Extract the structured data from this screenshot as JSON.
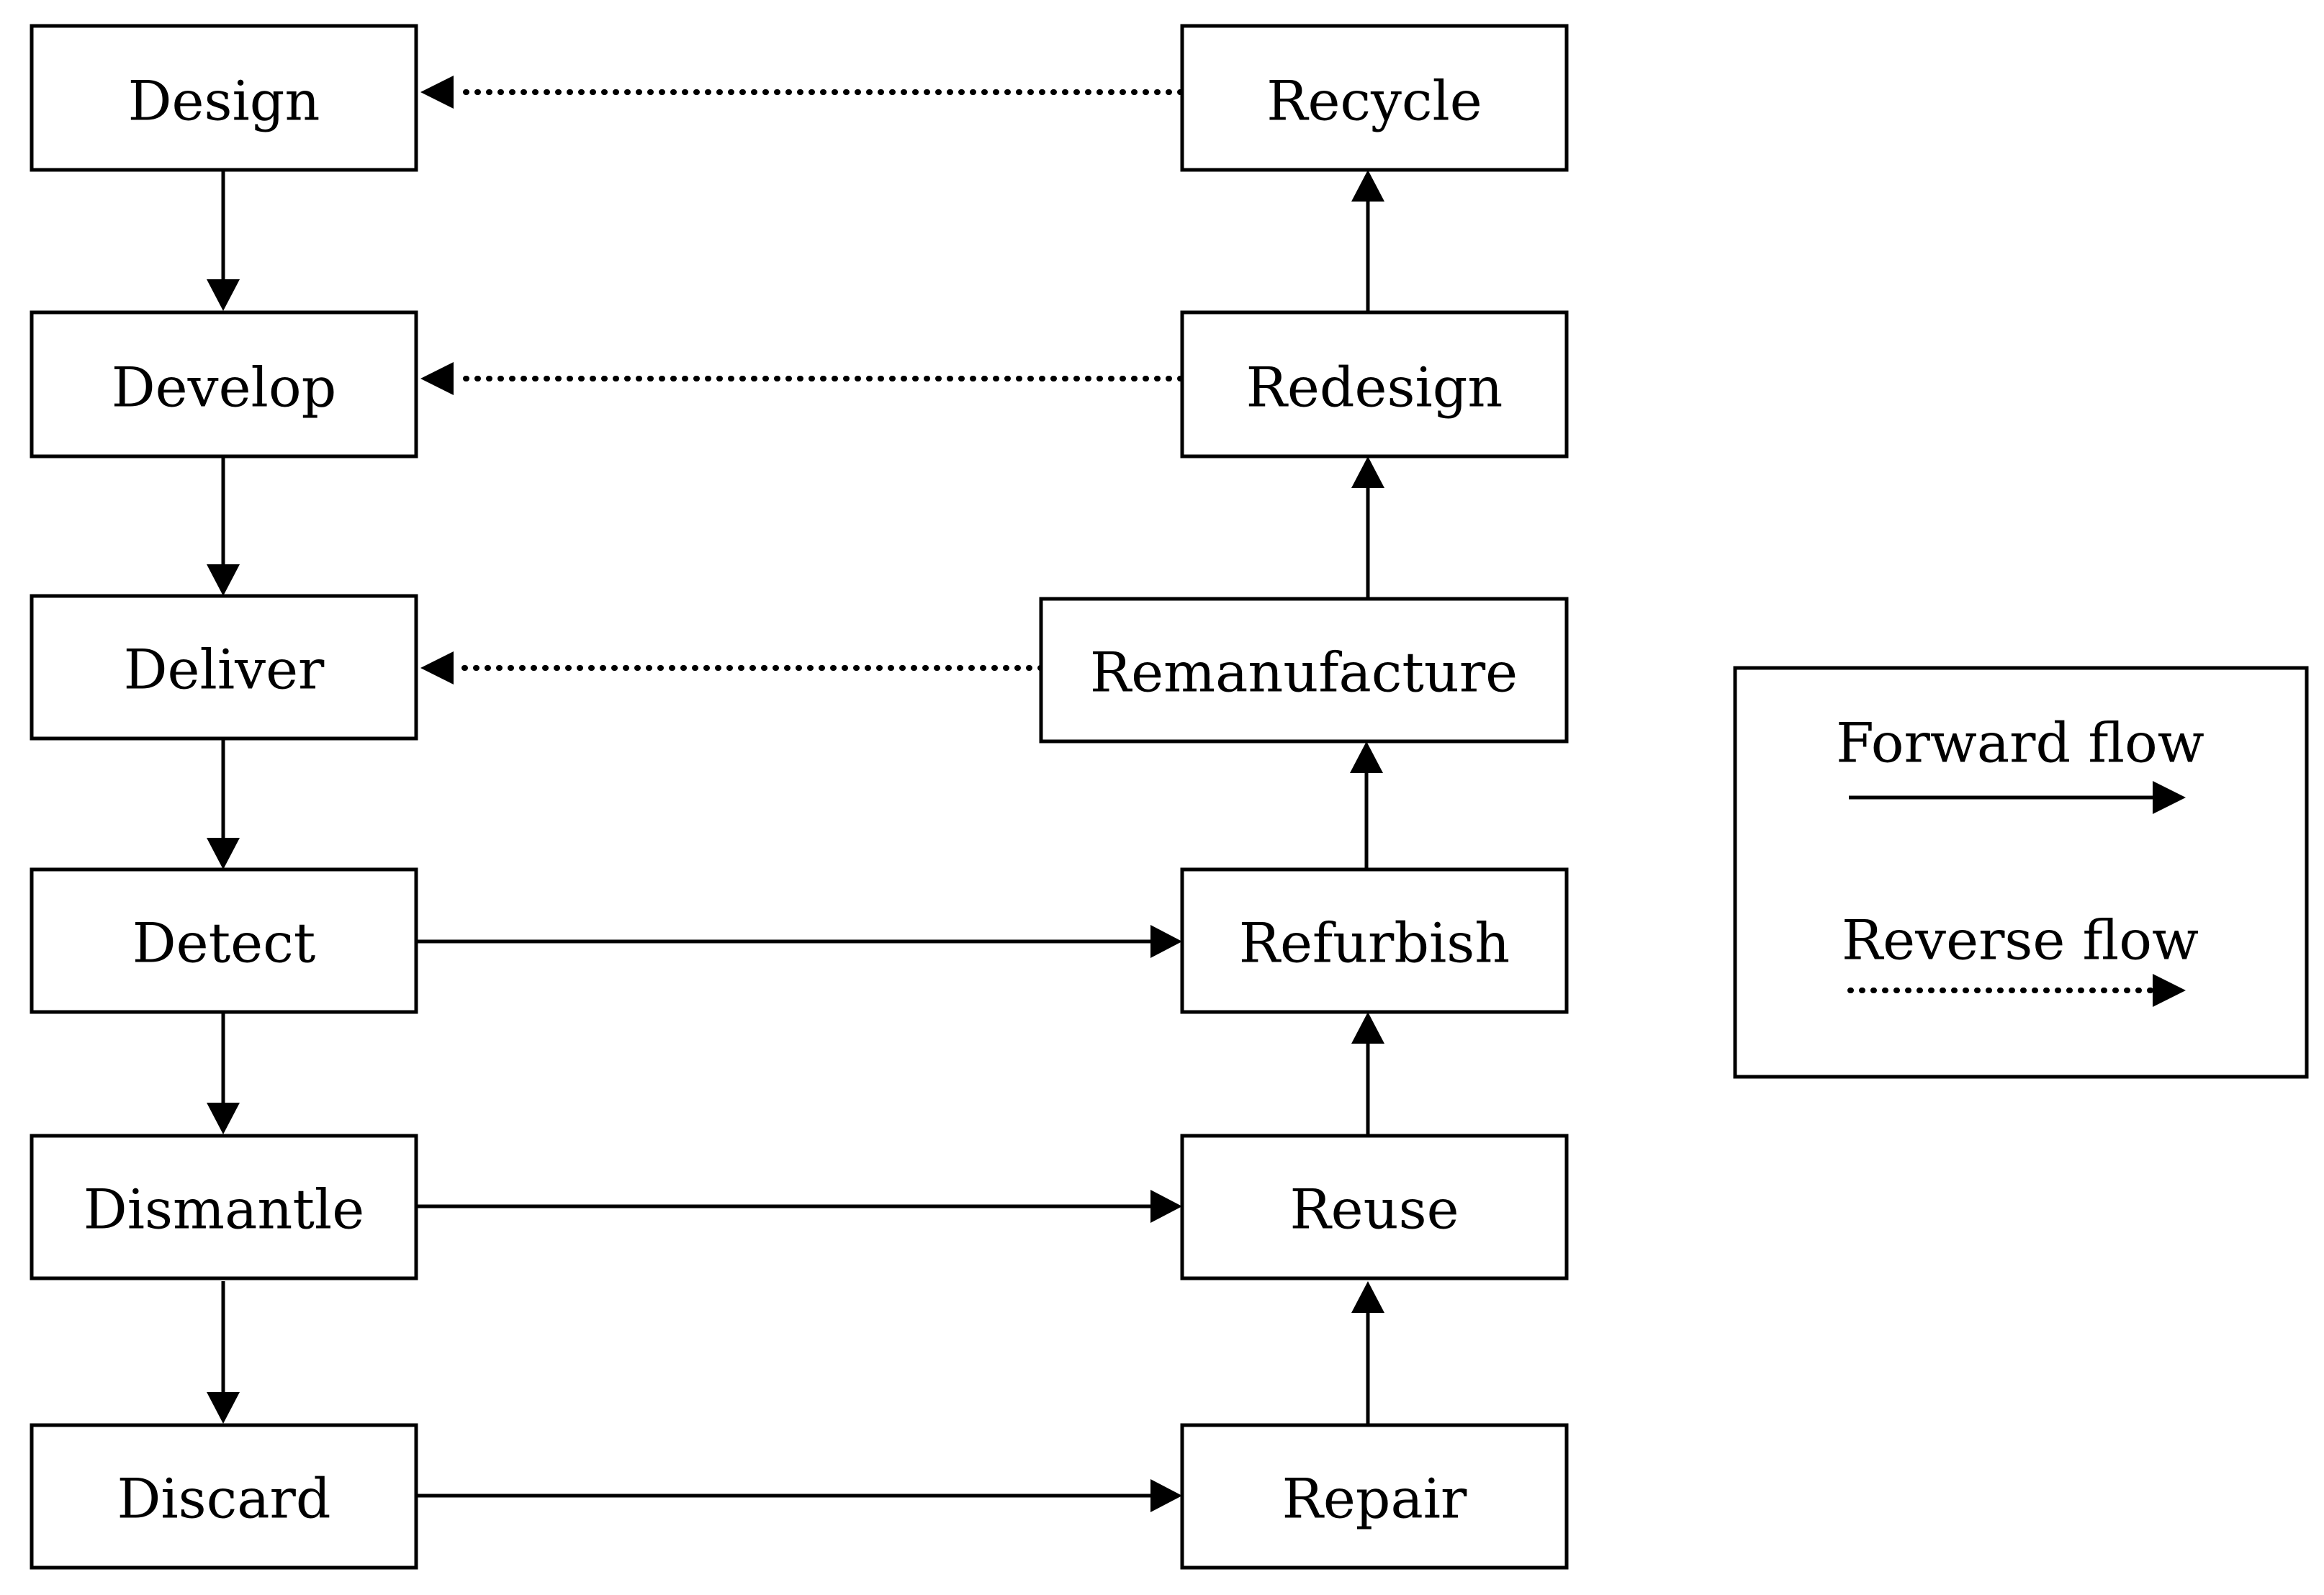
{
  "nodes": {
    "design": "Design",
    "develop": "Develop",
    "deliver": "Deliver",
    "detect": "Detect",
    "dismantle": "Dismantle",
    "discard": "Discard",
    "recycle": "Recycle",
    "redesign": "Redesign",
    "remanufacture": "Remanufacture",
    "refurbish": "Refurbish",
    "reuse": "Reuse",
    "repair": "Repair"
  },
  "legend": {
    "forward": "Forward flow",
    "reverse": "Reverse flow"
  },
  "edges": [
    {
      "from": "design",
      "to": "develop",
      "type": "forward"
    },
    {
      "from": "develop",
      "to": "deliver",
      "type": "forward"
    },
    {
      "from": "deliver",
      "to": "detect",
      "type": "forward"
    },
    {
      "from": "detect",
      "to": "dismantle",
      "type": "forward"
    },
    {
      "from": "dismantle",
      "to": "discard",
      "type": "forward"
    },
    {
      "from": "detect",
      "to": "refurbish",
      "type": "forward"
    },
    {
      "from": "dismantle",
      "to": "reuse",
      "type": "forward"
    },
    {
      "from": "discard",
      "to": "repair",
      "type": "forward"
    },
    {
      "from": "repair",
      "to": "reuse",
      "type": "forward"
    },
    {
      "from": "reuse",
      "to": "refurbish",
      "type": "forward"
    },
    {
      "from": "refurbish",
      "to": "remanufacture",
      "type": "forward"
    },
    {
      "from": "remanufacture",
      "to": "redesign",
      "type": "forward"
    },
    {
      "from": "redesign",
      "to": "recycle",
      "type": "forward"
    },
    {
      "from": "recycle",
      "to": "design",
      "type": "reverse"
    },
    {
      "from": "redesign",
      "to": "develop",
      "type": "reverse"
    },
    {
      "from": "remanufacture",
      "to": "deliver",
      "type": "reverse"
    }
  ]
}
